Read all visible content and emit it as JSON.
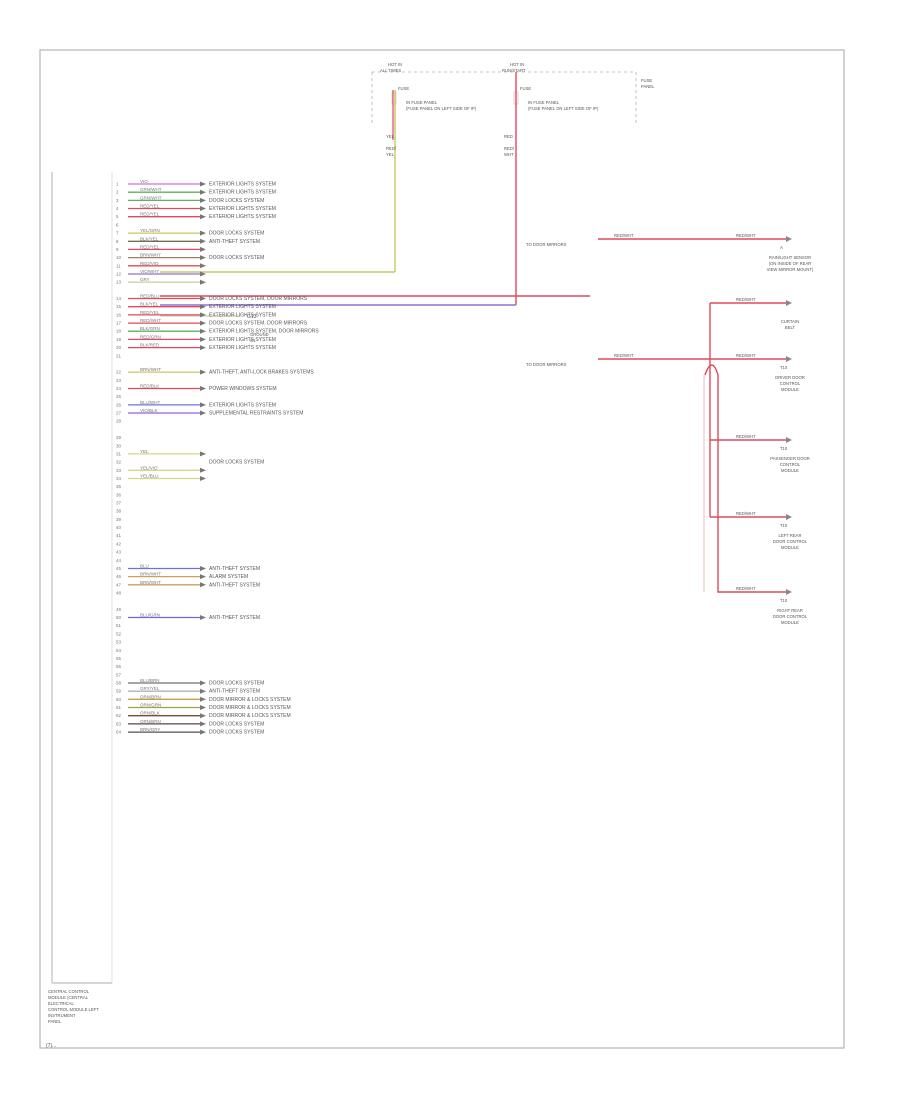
{
  "diagram": {
    "figure_code": "(7)...",
    "module_label": [
      "CENTRAL CONTROL",
      "MODULE (CENTRAL",
      "ELECTRICAL",
      "CONTROL MODULE LEFT",
      "INSTRUMENT",
      "PANEL"
    ],
    "fuse_boxes": [
      {
        "header": [
          "HOT IN",
          "ALL TIMES"
        ],
        "fuse": "FUSE",
        "desc": [
          "IN FUSE PANEL",
          "(FUSE PANEL ON LEFT SIDE OF IP)"
        ]
      },
      {
        "header": [
          "HOT IN",
          "RUN/START"
        ],
        "fuse": "FUSE",
        "desc": [
          "IN FUSE PANEL",
          "(FUSE PANEL ON LEFT SIDE OF IP)"
        ]
      }
    ],
    "fuse_panel_label": [
      "FUSE",
      "PANEL"
    ],
    "ground_label": [
      "GROUND",
      "G1"
    ],
    "ground_ref": "G13",
    "right_inputs": [
      {
        "label": "TO DOOR MIRRORS",
        "color": "RED/WHT"
      },
      {
        "label": "TO DOOR MIRRORS",
        "color": "RED/WHT"
      }
    ],
    "right_components": [
      {
        "color": "RED/WHT",
        "pin": "A",
        "label": [
          "RAIN/LIGHT SENSOR",
          "(ON INSIDE OF REAR",
          "VIEW MIRROR MOUNT)"
        ]
      },
      {
        "color": "RED/WHT",
        "pin": "",
        "label": [
          "CURTAIN",
          "BELT"
        ]
      },
      {
        "color": "RED/WHT",
        "pin": "T10",
        "label": [
          "DRIVER DOOR",
          "CONTROL",
          "MODULE"
        ]
      },
      {
        "color": "RED/WHT",
        "pin": "T10",
        "label": [
          "PASSENGER DOOR",
          "CONTROL",
          "MODULE"
        ]
      },
      {
        "color": "RED/WHT",
        "pin": "T10",
        "label": [
          "LEFT REAR",
          "DOOR CONTROL",
          "MODULE"
        ]
      },
      {
        "color": "RED/WHT",
        "pin": "T10",
        "label": [
          "RIGHT REAR",
          "DOOR CONTROL",
          "MODULE"
        ]
      }
    ],
    "wires": [
      {
        "pin": "1",
        "color": "VIO",
        "dest": "EXTERIOR LIGHTS SYSTEM",
        "hex": "#d070e0"
      },
      {
        "pin": "2",
        "color": "GRN/WHT",
        "dest": "EXTERIOR LIGHTS SYSTEM",
        "hex": "#60b060"
      },
      {
        "pin": "3",
        "color": "GRN/WHT",
        "dest": "DOOR LOCKS SYSTEM",
        "hex": "#60b060"
      },
      {
        "pin": "4",
        "color": "RED/YEL",
        "dest": "EXTERIOR LIGHTS SYSTEM",
        "hex": "#e04a5a"
      },
      {
        "pin": "5",
        "color": "RED/YEL",
        "dest": "EXTERIOR LIGHTS SYSTEM",
        "hex": "#e04a5a"
      },
      {
        "pin": "6",
        "color": "",
        "dest": "",
        "hex": ""
      },
      {
        "pin": "7",
        "color": "YEL/GRN",
        "dest": "DOOR LOCKS SYSTEM",
        "hex": "#c8c860"
      },
      {
        "pin": "8",
        "color": "BLK/YEL",
        "dest": "ANTI-THEFT SYSTEM",
        "hex": "#707050"
      },
      {
        "pin": "9",
        "color": "RED/YEL",
        "dest": "",
        "hex": "#e04a5a"
      },
      {
        "pin": "10",
        "color": "BRN/WHT",
        "dest": "DOOR LOCKS SYSTEM",
        "hex": "#a08060"
      },
      {
        "pin": "11",
        "color": "RED/VIO",
        "dest": "",
        "hex": "#e04a5a"
      },
      {
        "pin": "12",
        "color": "VIO/WHT",
        "dest": "",
        "hex": "#9070d0"
      },
      {
        "pin": "13",
        "color": "GRY",
        "dest": "",
        "hex": "#d0d0a8"
      },
      {
        "pin": "",
        "color": "",
        "dest": "",
        "hex": ""
      },
      {
        "pin": "14",
        "color": "RED/BLU",
        "dest": "DOOR LOCKS SYSTEM, DOOR MIRRORS",
        "hex": "#e04a5a"
      },
      {
        "pin": "15",
        "color": "BLK/YEL",
        "dest": "EXTERIOR LIGHTS SYSTEM",
        "hex": "#e04a5a"
      },
      {
        "pin": "16",
        "color": "RED/YEL",
        "dest": "EXTERIOR LIGHTS SYSTEM",
        "hex": "#e04a5a"
      },
      {
        "pin": "17",
        "color": "RED/WHT",
        "dest": "DOOR LOCKS SYSTEM, DOOR MIRRORS",
        "hex": "#e04a5a"
      },
      {
        "pin": "18",
        "color": "BLK/GRN",
        "dest": "EXTERIOR LIGHTS SYSTEM, DOOR MIRRORS",
        "hex": "#60b060"
      },
      {
        "pin": "19",
        "color": "RED/GRN",
        "dest": "EXTERIOR LIGHTS SYSTEM",
        "hex": "#e04a5a"
      },
      {
        "pin": "20",
        "color": "BLK/RED",
        "dest": "EXTERIOR LIGHTS SYSTEM",
        "hex": "#e04a5a"
      },
      {
        "pin": "21",
        "color": "",
        "dest": "",
        "hex": ""
      },
      {
        "pin": "",
        "color": "",
        "dest": "",
        "hex": ""
      },
      {
        "pin": "22",
        "color": "BRN/WHT",
        "dest": "ANTI-THEFT, ANTI-LOCK BRAKES SYSTEMS",
        "hex": "#c8c860"
      },
      {
        "pin": "23",
        "color": "",
        "dest": "",
        "hex": ""
      },
      {
        "pin": "24",
        "color": "RED/BLK",
        "dest": "POWER WINDOWS SYSTEM",
        "hex": "#e04a5a"
      },
      {
        "pin": "25",
        "color": "",
        "dest": "",
        "hex": ""
      },
      {
        "pin": "26",
        "color": "BLU/WHT",
        "dest": "EXTERIOR LIGHTS SYSTEM",
        "hex": "#7070e0"
      },
      {
        "pin": "27",
        "color": "VIO/BLK",
        "dest": "SUPPLEMENTAL RESTRAINTS SYSTEM",
        "hex": "#9060e0"
      },
      {
        "pin": "28",
        "color": "",
        "dest": "",
        "hex": ""
      },
      {
        "pin": "",
        "color": "",
        "dest": "",
        "hex": ""
      },
      {
        "pin": "29",
        "color": "",
        "dest": "",
        "hex": ""
      },
      {
        "pin": "30",
        "color": "",
        "dest": "",
        "hex": ""
      },
      {
        "pin": "31",
        "color": "YEL",
        "dest": "",
        "hex": "#d8d880"
      },
      {
        "pin": "32",
        "color": "",
        "dest": "DOOR LOCKS SYSTEM",
        "hex": ""
      },
      {
        "pin": "33",
        "color": "YEL/VIO",
        "dest": "",
        "hex": "#d8d880"
      },
      {
        "pin": "34",
        "color": "YEL/BLU",
        "dest": "",
        "hex": "#d8d880"
      },
      {
        "pin": "35",
        "color": "",
        "dest": "",
        "hex": ""
      },
      {
        "pin": "36",
        "color": "",
        "dest": "",
        "hex": ""
      },
      {
        "pin": "37",
        "color": "",
        "dest": "",
        "hex": ""
      },
      {
        "pin": "38",
        "color": "",
        "dest": "",
        "hex": ""
      },
      {
        "pin": "39",
        "color": "",
        "dest": "",
        "hex": ""
      },
      {
        "pin": "40",
        "color": "",
        "dest": "",
        "hex": ""
      },
      {
        "pin": "41",
        "color": "",
        "dest": "",
        "hex": ""
      },
      {
        "pin": "42",
        "color": "",
        "dest": "",
        "hex": ""
      },
      {
        "pin": "43",
        "color": "",
        "dest": "",
        "hex": ""
      },
      {
        "pin": "44",
        "color": "",
        "dest": "",
        "hex": ""
      },
      {
        "pin": "45",
        "color": "BLU",
        "dest": "ANTI-THEFT SYSTEM",
        "hex": "#7070e0"
      },
      {
        "pin": "46",
        "color": "BRN/WHT",
        "dest": "ALARM SYSTEM",
        "hex": "#c8a060"
      },
      {
        "pin": "47",
        "color": "BRN/WHT",
        "dest": "ANTI-THEFT SYSTEM",
        "hex": "#c8a060"
      },
      {
        "pin": "48",
        "color": "",
        "dest": "",
        "hex": ""
      },
      {
        "pin": "",
        "color": "",
        "dest": "",
        "hex": ""
      },
      {
        "pin": "49",
        "color": "",
        "dest": "",
        "hex": ""
      },
      {
        "pin": "50",
        "color": "BLU/GRN",
        "dest": "ANTI-THEFT SYSTEM",
        "hex": "#8060e0"
      },
      {
        "pin": "51",
        "color": "",
        "dest": "",
        "hex": ""
      },
      {
        "pin": "52",
        "color": "",
        "dest": "",
        "hex": ""
      },
      {
        "pin": "53",
        "color": "",
        "dest": "",
        "hex": ""
      },
      {
        "pin": "54",
        "color": "",
        "dest": "",
        "hex": ""
      },
      {
        "pin": "55",
        "color": "",
        "dest": "",
        "hex": ""
      },
      {
        "pin": "56",
        "color": "",
        "dest": "",
        "hex": ""
      },
      {
        "pin": "57",
        "color": "",
        "dest": "",
        "hex": ""
      },
      {
        "pin": "58",
        "color": "BLU/BRN",
        "dest": "DOOR LOCKS SYSTEM",
        "hex": "#707070"
      },
      {
        "pin": "59",
        "color": "GRY/YEL",
        "dest": "ANTI-THEFT SYSTEM",
        "hex": "#b0b0b0"
      },
      {
        "pin": "60",
        "color": "ORN/BRN",
        "dest": "DOOR MIRROR & LOCKS SYSTEM",
        "hex": "#c8a040"
      },
      {
        "pin": "61",
        "color": "ORN/GRN",
        "dest": "DOOR MIRROR & LOCKS SYSTEM",
        "hex": "#a0a040"
      },
      {
        "pin": "62",
        "color": "ORN/BLK",
        "dest": "DOOR MIRROR & LOCKS SYSTEM",
        "hex": "#705030"
      },
      {
        "pin": "63",
        "color": "ORN/BRN",
        "dest": "DOOR LOCKS SYSTEM",
        "hex": "#604040"
      },
      {
        "pin": "64",
        "color": "BRN/GRY",
        "dest": "DOOR LOCKS SYSTEM",
        "hex": "#505050"
      }
    ]
  }
}
